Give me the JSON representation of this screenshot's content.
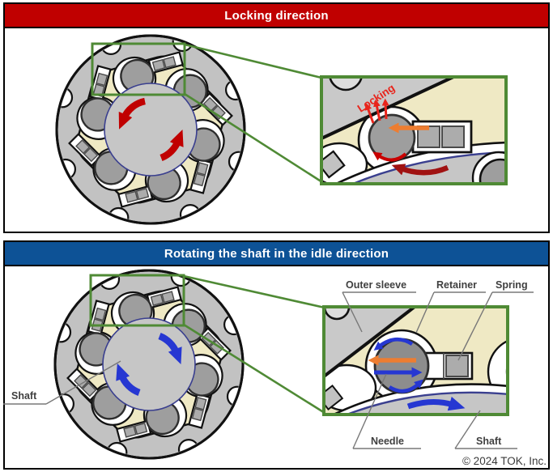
{
  "panels": {
    "locking": {
      "title": "Locking direction",
      "inset_label": "Locking"
    },
    "idle": {
      "title": "Rotating the shaft in the idle direction",
      "labels": {
        "outer_sleeve": "Outer sleeve",
        "retainer": "Retainer",
        "spring": "Spring",
        "shaft_left": "Shaft",
        "needle": "Needle",
        "shaft_bottom": "Shaft"
      },
      "copyright": "© 2024 TOK, Inc."
    }
  },
  "colors": {
    "header_red": "#C00000",
    "header_blue": "#0D5296",
    "highlight_green": "#4F8A35",
    "retainer_cream": "#EFE9C4",
    "metal_gray": "#C2C2C2",
    "roller_gray": "#9E9E9E",
    "arrow_red": "#C00000",
    "arrow_dark_red": "#A01212",
    "arrow_blue": "#2637D2",
    "arrow_orange": "#ED7D31",
    "label_text": "#3F3F3F"
  }
}
